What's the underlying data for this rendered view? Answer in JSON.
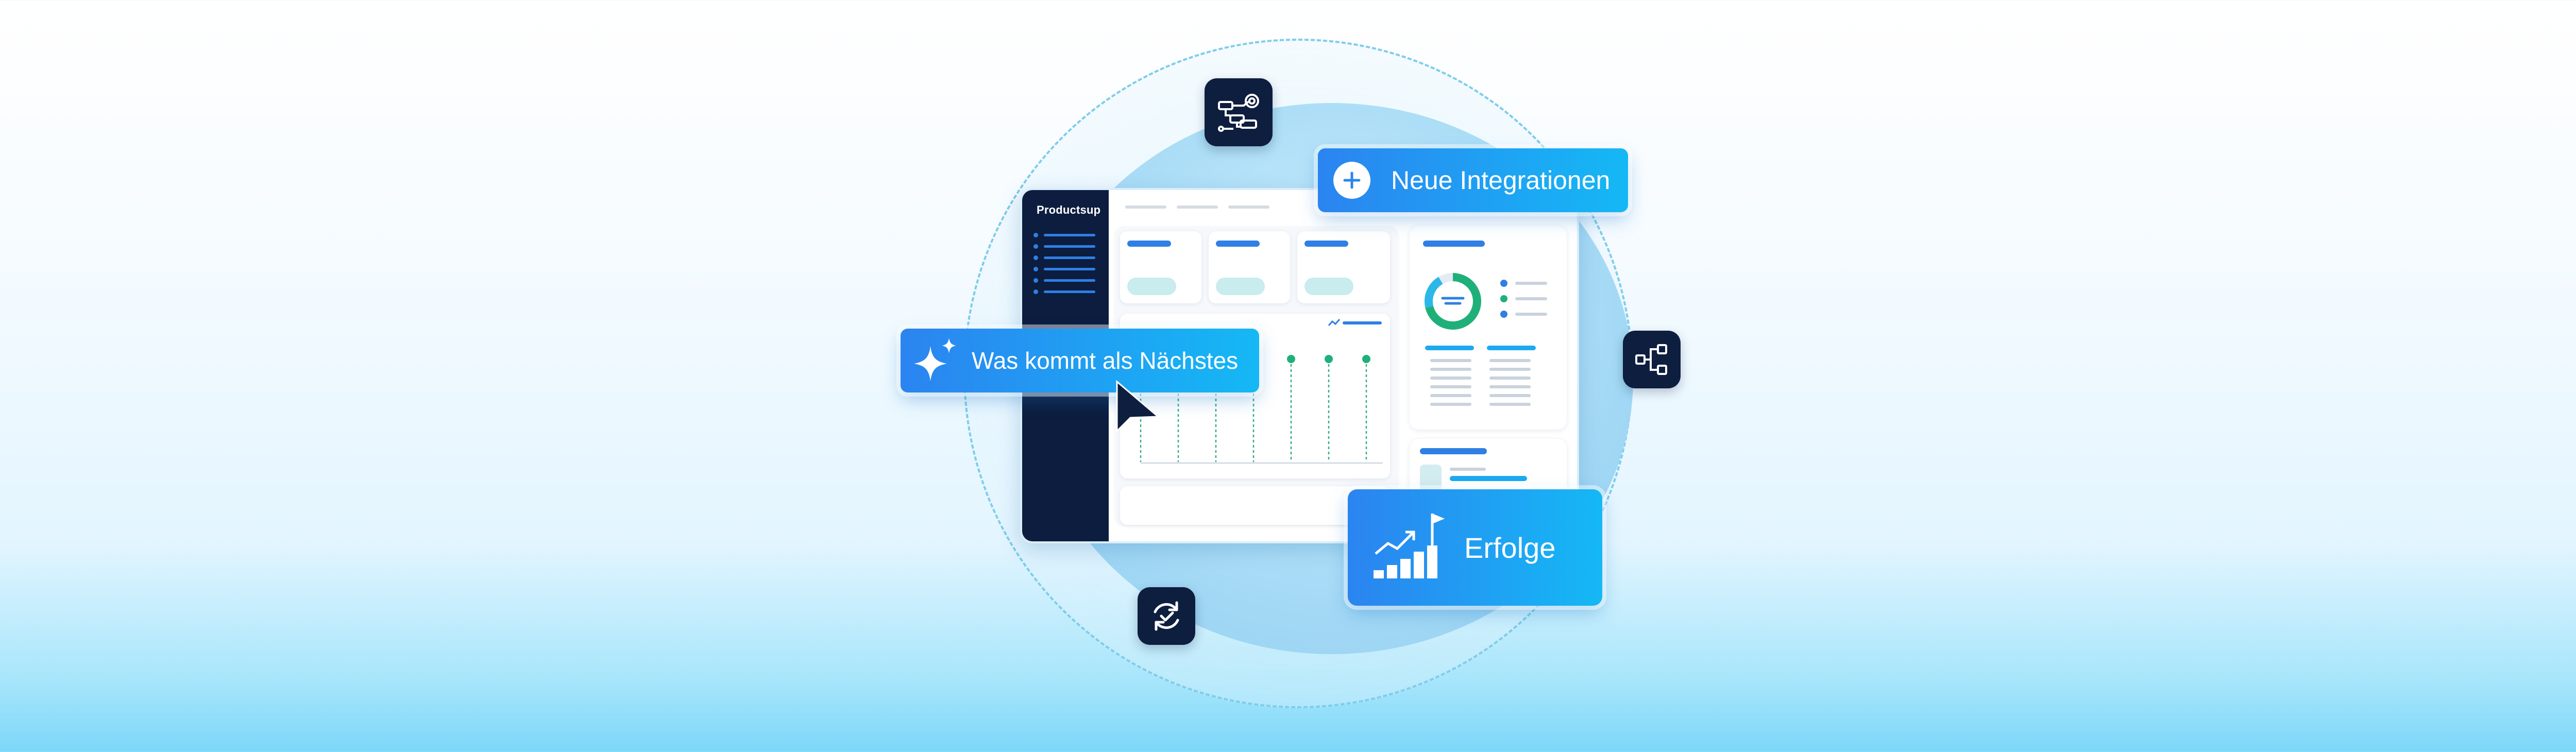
{
  "dashboard": {
    "brand": "Productsup"
  },
  "labels": {
    "integrations": "Neue Integrationen",
    "next": "Was kommt als Nächstes",
    "success": "Erfolge"
  },
  "icons": {
    "top": "workflow-target-icon",
    "right": "network-branch-icon",
    "bottom": "sync-check-icon",
    "plus": "plus-icon",
    "sparkle": "sparkle-icon",
    "cursor": "cursor-arrow-icon",
    "growth": "growth-flag-icon"
  },
  "colors": {
    "accent": "#2b84f0",
    "accent2": "#15b8f5",
    "navy": "#0e1e3f",
    "teal": "#1fb07a"
  }
}
